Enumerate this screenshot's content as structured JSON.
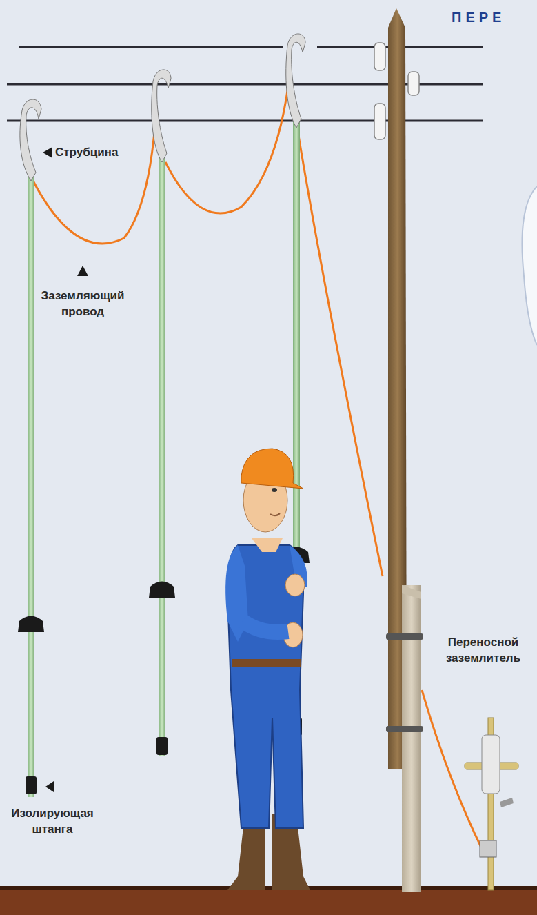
{
  "diagram": {
    "title": "ПЕРЕ",
    "labels": [
      "Струбцина",
      "Заземляющий провод",
      "Изолирующая штанга",
      "Переносной заземлитель"
    ]
  }
}
